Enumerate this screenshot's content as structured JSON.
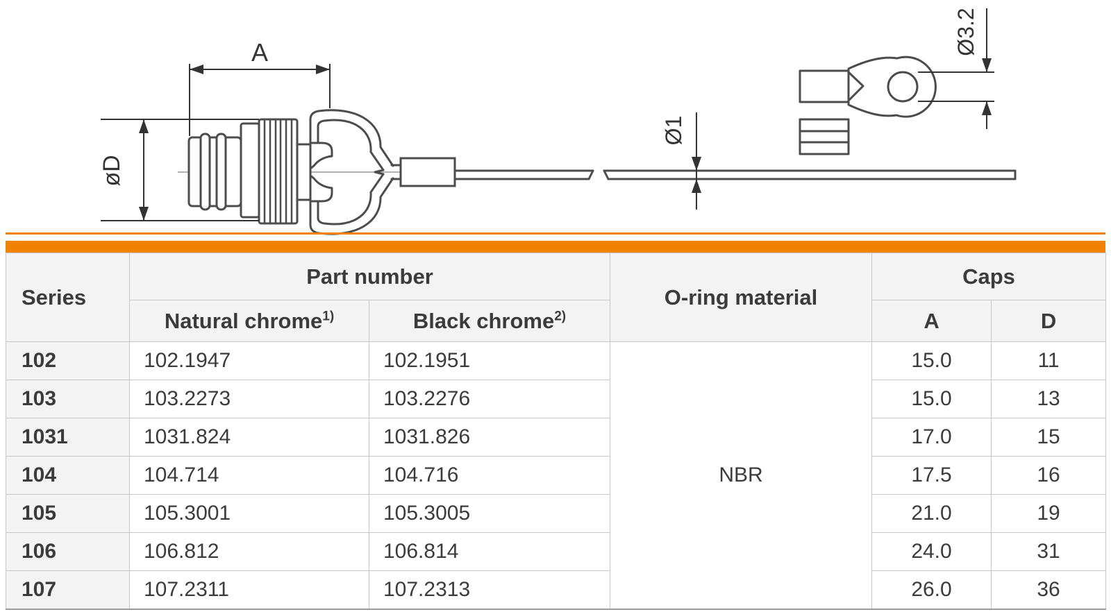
{
  "drawing": {
    "labels": {
      "dim_a": "A",
      "dim_d": "øD",
      "dim_cable": "Ø1",
      "dim_hole": "Ø3.2"
    }
  },
  "table": {
    "accent_color": "#ef8200",
    "headers": {
      "series": "Series",
      "part_number": "Part number",
      "natural_chrome": "Natural chrome",
      "natural_chrome_note": "1)",
      "black_chrome": "Black chrome",
      "black_chrome_note": "2)",
      "oring": "O-ring material",
      "caps": "Caps",
      "cap_a": "A",
      "cap_d": "D"
    },
    "oring_material": "NBR",
    "rows": [
      {
        "series": "102",
        "natural": "102.1947",
        "black": "102.1951",
        "a": "15.0",
        "d": "11"
      },
      {
        "series": "103",
        "natural": "103.2273",
        "black": "103.2276",
        "a": "15.0",
        "d": "13"
      },
      {
        "series": "1031",
        "natural": "1031.824",
        "black": "1031.826",
        "a": "17.0",
        "d": "15"
      },
      {
        "series": "104",
        "natural": "104.714",
        "black": "104.716",
        "a": "17.5",
        "d": "16"
      },
      {
        "series": "105",
        "natural": "105.3001",
        "black": "105.3005",
        "a": "21.0",
        "d": "19"
      },
      {
        "series": "106",
        "natural": "106.812",
        "black": "106.814",
        "a": "24.0",
        "d": "31"
      },
      {
        "series": "107",
        "natural": "107.2311",
        "black": "107.2313",
        "a": "26.0",
        "d": "36"
      }
    ]
  }
}
